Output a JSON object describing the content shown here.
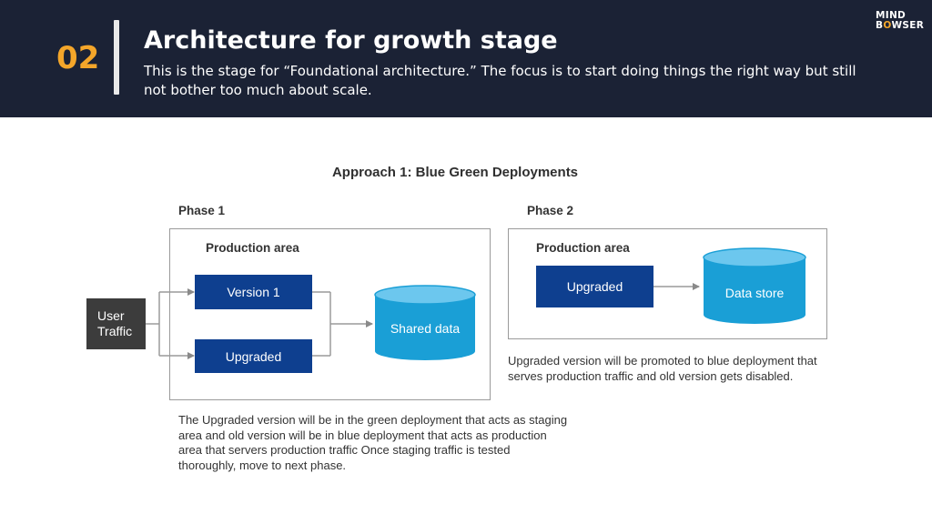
{
  "header": {
    "slide_number": "02",
    "title": "Architecture for growth stage",
    "subtitle": "This is the stage for “Foundational architecture.” The focus is to start doing things the right way but still not bother too much about scale.",
    "logo_line1": "MIND",
    "logo_b": "B",
    "logo_o": "O",
    "logo_rest": "WSER"
  },
  "diagram": {
    "title": "Approach 1: Blue Green Deployments",
    "phase1": {
      "label": "Phase 1",
      "area_label": "Production area",
      "user_line1": "User",
      "user_line2": "Traffic",
      "version1": "Version 1",
      "upgraded": "Upgraded",
      "shared_data": "Shared data",
      "caption": "The Upgraded version will be in the green deployment that acts as staging area and old version will be in blue deployment that acts as production area that servers production traffic Once staging traffic is tested thoroughly, move to next phase."
    },
    "phase2": {
      "label": "Phase 2",
      "area_label": "Production area",
      "upgraded": "Upgraded",
      "data_store": "Data store",
      "caption": "Upgraded version will be promoted to blue deployment that serves production traffic and old version gets disabled."
    }
  },
  "colors": {
    "header_bg": "#1b2235",
    "accent_orange": "#f4a62a",
    "box_blue": "#0e3f8f",
    "cylinder_cyan": "#1a9fd6",
    "user_box_gray": "#3c3c3c"
  }
}
